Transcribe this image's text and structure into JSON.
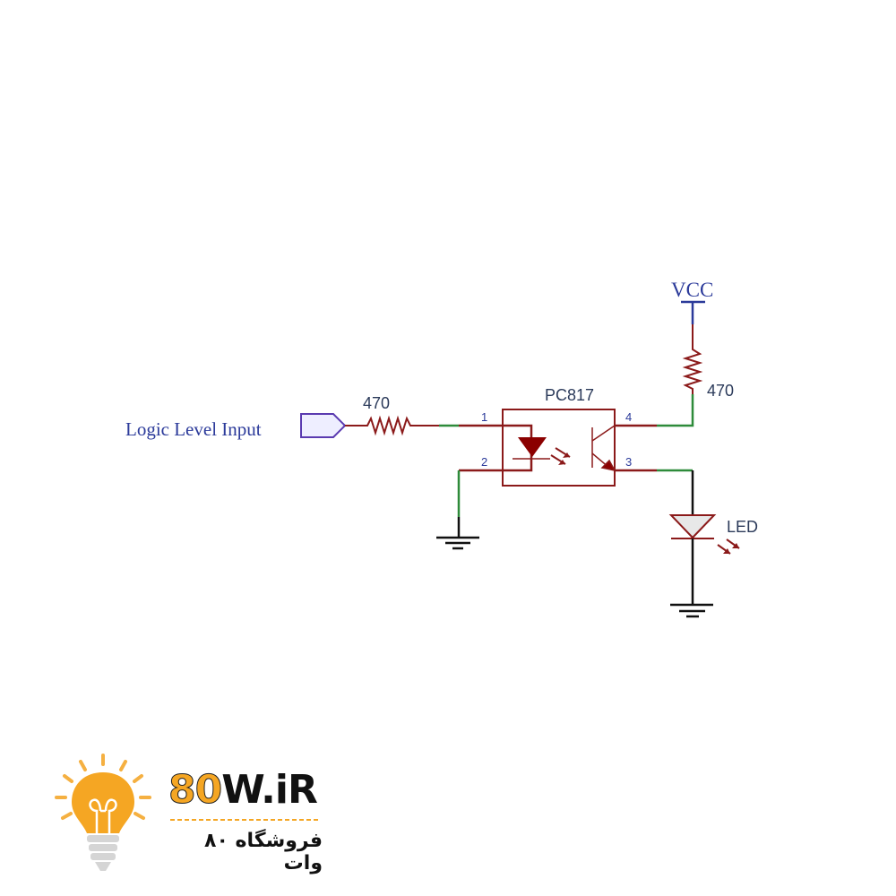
{
  "schematic": {
    "input_label": "Logic Level Input",
    "input_resistor": "470",
    "ic_name": "PC817",
    "pins": [
      "1",
      "2",
      "3",
      "4"
    ],
    "vcc_label": "VCC",
    "pullup_resistor": "470",
    "led_label": "LED"
  },
  "logo": {
    "brand_accent": "80",
    "brand_rest": "W.iR",
    "tagline": "فروشگاه ۸۰ وات"
  },
  "colors": {
    "wire": "#8b1a1a",
    "net": "#2e8b3a",
    "label_blue": "#2b3a9a",
    "accent": "#f5a623"
  }
}
